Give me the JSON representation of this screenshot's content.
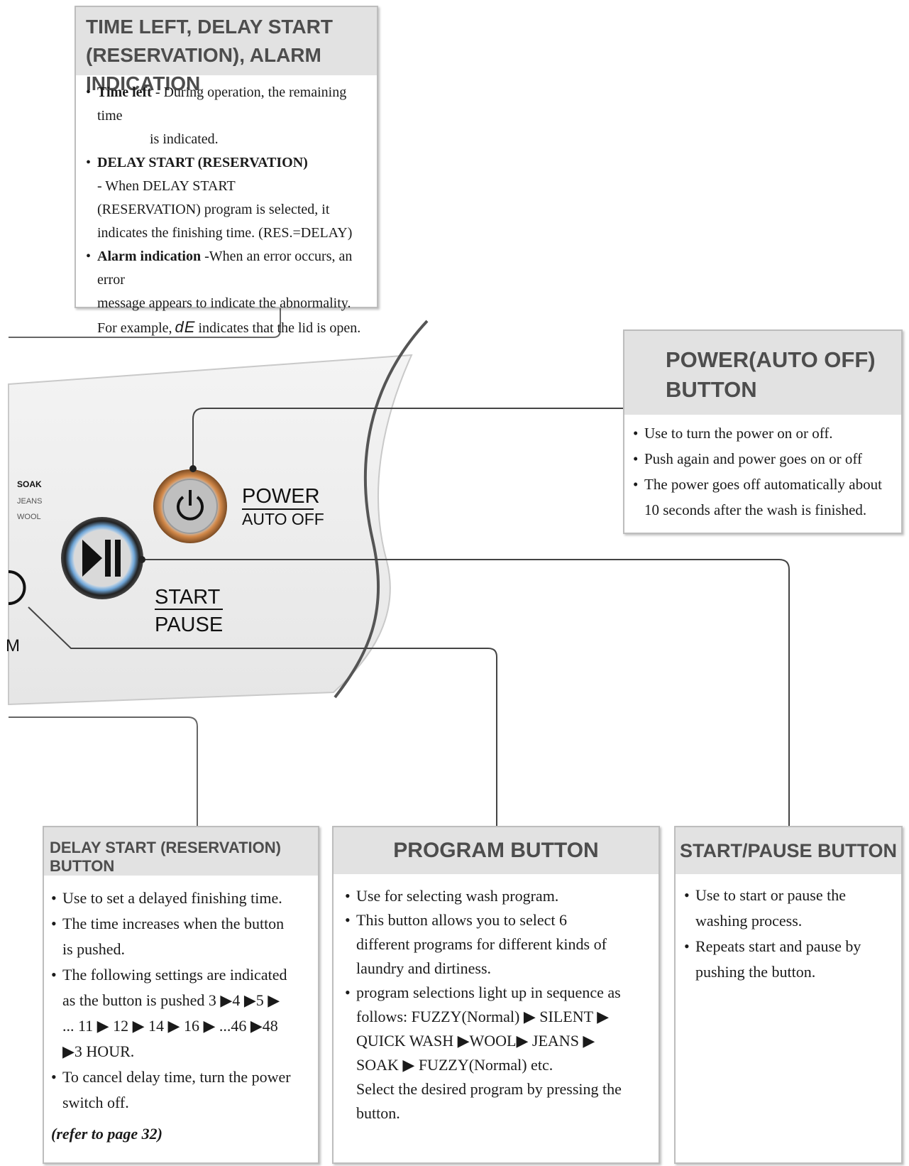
{
  "time_left_box": {
    "title_line1": "TIME LEFT, DELAY START",
    "title_line2": "(RESERVATION), ALARM INDICATION",
    "time_left_label": "Time left",
    "time_left_text_1": "- During operation, the remaining time",
    "time_left_text_2": "is indicated.",
    "delay_label": "DELAY START (RESERVATION)",
    "delay_text_1": "- When DELAY START",
    "delay_text_2": "(RESERVATION)  program is selected, it",
    "delay_text_3": "indicates the finishing time. (RES.=DELAY)",
    "alarm_label": "Alarm indication",
    "alarm_text_1": " -When an error occurs, an error",
    "alarm_text_2": "message appears to indicate the abnormality.",
    "alarm_text_3_pre": "For example,",
    "alarm_code": "dE",
    "alarm_text_3_post": "indicates that the lid is open."
  },
  "panel": {
    "prog_soak": "SOAK",
    "prog_jeans": "JEANS",
    "prog_wool": "WOOL",
    "power_label": "POWER",
    "power_sub": "AUTO OFF",
    "start_label": "START",
    "pause_label": "PAUSE",
    "partial_m": "M"
  },
  "power_box": {
    "title_line1": "POWER(AUTO OFF)",
    "title_line2": "BUTTON",
    "item1": "Use to turn the power on or off.",
    "item2": "Push again and power goes on or off",
    "item3_1": "The power goes off automatically about",
    "item3_2": "10 seconds after the wash is finished."
  },
  "delay_box": {
    "title": "DELAY START (RESERVATION) BUTTON",
    "item1": "Use to set a delayed finishing time.",
    "item2_1": "The time increases when the button",
    "item2_2": "is pushed.",
    "item3_1": "The following settings are indicated",
    "item3_2": "as the button is pushed 3 ▶4  ▶5 ▶",
    "item3_3": "... 11  ▶ 12  ▶ 14 ▶ 16 ▶ ...46 ▶48",
    "item3_4": "▶3 HOUR.",
    "item4_1": "To cancel delay time, turn the power",
    "item4_2": "switch off.",
    "ref": "(refer to page 32)"
  },
  "program_box": {
    "title": "PROGRAM BUTTON",
    "item1": "Use for selecting wash program.",
    "item2_1": "This button allows you to  select 6",
    "item2_2": "different  programs for  different kinds  of",
    "item2_3": "laundry and dirtiness.",
    "item3_1": "program selections light up in sequence as",
    "item3_2": "follows: FUZZY(Normal)  ▶ SILENT ▶",
    "item3_3": "QUICK WASH  ▶WOOL▶  JEANS  ▶",
    "item3_4": " SOAK ▶ FUZZY(Normal) etc.",
    "item3_5": "Select the desired program by pressing the",
    "item3_6": "button."
  },
  "start_box": {
    "title": "START/PAUSE BUTTON",
    "item1_1": "Use to start or pause the",
    "item1_2": "washing process.",
    "item2_1": "Repeats start and pause by",
    "item2_2": "pushing the button."
  }
}
